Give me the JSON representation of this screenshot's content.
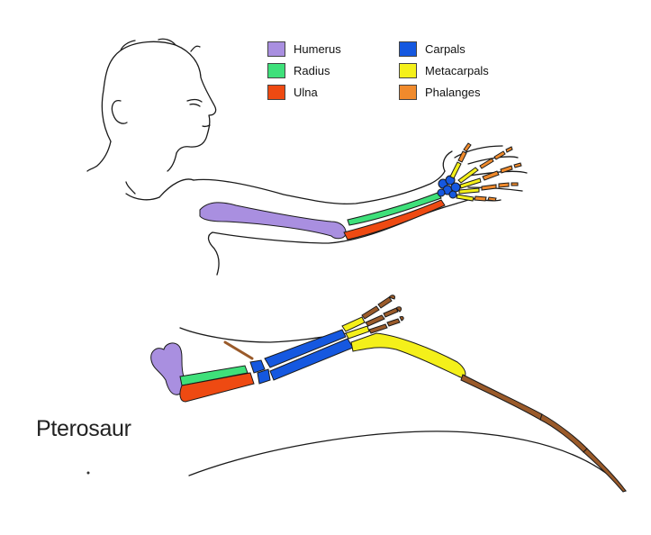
{
  "legend": {
    "items": [
      {
        "label": "Humerus",
        "color": "#a98fe0"
      },
      {
        "label": "Radius",
        "color": "#3ee07a"
      },
      {
        "label": "Ulna",
        "color": "#ee4a12"
      },
      {
        "label": "Carpals",
        "color": "#1558e0"
      },
      {
        "label": "Metacarpals",
        "color": "#f4f01a"
      },
      {
        "label": "Phalanges",
        "color": "#f08a2c"
      }
    ]
  },
  "pterosaur_label": "Pterosaur",
  "colors": {
    "outline": "#1a1a1a",
    "wing_finger": "#9a5a2a"
  }
}
